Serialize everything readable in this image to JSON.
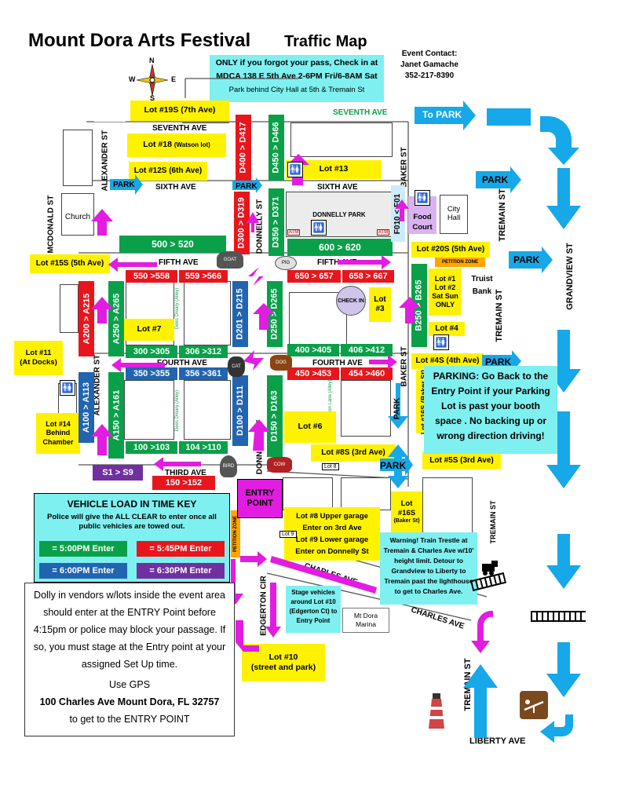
{
  "title": {
    "main": "Mount Dora Arts Festival",
    "sub": "Traffic Map"
  },
  "contact": {
    "line1": "Event Contact:",
    "line2": "Janet Gamache",
    "line3": "352-217-8390"
  },
  "checkin_box": {
    "line1": "ONLY if you forgot your pass, Check in at",
    "line2": "MDCA 138 E 5th Ave  2-6PM Fri/6-8AM Sat",
    "line3": "Park behind City Hall at 5th & Tremain St"
  },
  "streets": {
    "seventh_ave_left": "SEVENTH AVE",
    "seventh_ave_right": "SEVENTH AVE",
    "sixth_ave_left": "SIXTH AVE",
    "sixth_ave_right": "SIXTH AVE",
    "fifth_ave_left": "FIFTH AVE",
    "fifth_ave_right": "FIFTH AVE",
    "fourth_ave_left": "FOURTH AVE",
    "fourth_ave_right": "FOURTH AVE",
    "third_ave": "THIRD AVE",
    "charles_ave_1": "CHARLES AVE",
    "charles_ave_2": "CHARLES AVE",
    "liberty_ave": "LIBERTY AVE",
    "alexander_st_top": "ALEXANDER ST",
    "alexander_st_bottom": "ALEXANDER ST",
    "mcdonald_st": "MCDONALD ST",
    "donnelly_st_top": "DONNELLY ST",
    "donnelly_st_bottom": "DONNELLY ST",
    "baker_st_top": "BAKER ST",
    "baker_st_bottom": "BAKER ST",
    "tremain_st_1": "TREMAIN ST",
    "tremain_st_2": "TREMAIN ST",
    "tremain_st_3": "TREMAIN ST",
    "tremain_st_4": "TREMAIN ST",
    "grandview_st": "GRANDVIEW ST",
    "edgerton_cir": "EDGERTON CIR"
  },
  "alleys": {
    "dees_dreary": "Dees Dreary (Alley)",
    "dees_dreary_2": "Dees Dreary (Alley)",
    "brevelton": "Brevelton Lane (Alley)"
  },
  "places": {
    "church": "Church",
    "donnelly_park": "DONNELLY PARK",
    "food_court": "Food Court",
    "city_hall": "City Hall",
    "truist_bank": "Truist Bank",
    "check_in": "CHECK IN",
    "marina": "Mt Dora Marina",
    "atm": "ATM",
    "goat": "GOAT",
    "pig": "PIG",
    "cat": "CAT",
    "dog": "DOG",
    "bird": "BIRD",
    "cow": "COW",
    "lot8_small": "Lot 8",
    "lot9_small": "Lot 9"
  },
  "compass": {
    "n": "N",
    "s": "S",
    "e": "E",
    "w": "W"
  },
  "lots": {
    "lot19s": "Lot #19S (7th Ave)",
    "lot18": "Lot #18",
    "lot18_sub": "(Watson lot)",
    "lot12s": "Lot #12S (6th Ave)",
    "lot13": "Lot #13",
    "lot15s": "Lot #15S (5th Ave)",
    "lot20s": "Lot #20S (5th Ave)",
    "petition_zone_1": "PETITION ZONE",
    "petition_zone_2": "PETITION ZONE",
    "lot1": "Lot #1",
    "lot2": "Lot #2",
    "lot2_sub1": "Sat Sun",
    "lot2_sub2": "ONLY",
    "lot7": "Lot #7",
    "lot3_a": "Lot",
    "lot3_b": "#3",
    "lot4": "Lot #4",
    "lot4s": "Lot #4S (4th Ave)",
    "lot11_a": "Lot #11",
    "lot11_b": "(At Docks)",
    "lot14_a": "Lot #14",
    "lot14_b": "Behind",
    "lot14_c": "Chamber",
    "lot16s_side": "Lot #16S (Baker St)",
    "lot6": "Lot #6",
    "lot8s": "Lot #8S (3rd Ave)",
    "lot5s": "Lot #5S (3rd Ave)",
    "lot8_upper_a": "Lot #8 Upper garage",
    "lot8_upper_b": "Enter on 3rd Ave",
    "lot9_lower_a": "Lot #9 Lower garage",
    "lot9_lower_b": "Enter on Donnelly St",
    "lot16s_a": "Lot",
    "lot16s_b": "#16S",
    "lot16s_c": "(Baker St)",
    "lot10_a": "Lot #10",
    "lot10_b": "(street and park)"
  },
  "booths": {
    "r500": "500  >  520",
    "r550": "550 >558",
    "r559": "559 >566",
    "r600": "600  >  620",
    "r650": "650 > 657",
    "r658": "658 > 667",
    "r300": "300 >305",
    "r306": "306 >312",
    "r400": "400 >405",
    "r406": "406 >412",
    "r350": "350 >355",
    "r356": "356 >361",
    "r450": "450 >453",
    "r454": "454 >460",
    "r100": "100 >103",
    "r104": "104 >110",
    "r150": "150  >152",
    "rs1": "S1 > S9",
    "vD400": "D400 > D417",
    "vD450": "D450 > D466",
    "vD300": "D300 > D319",
    "vD350": "D350 > D371",
    "vF010": "F010 < F01",
    "vA200": "A200 > A215",
    "vA250": "A250 > A265",
    "vD201": "D201 > D215",
    "vD250": "D250 > D265",
    "vB250": "B250 > B265",
    "vA100": "A100 > A113",
    "vA150": "A150 > A161",
    "vD100": "D100 > D111",
    "vD150": "D150 > D163"
  },
  "park_signs": {
    "to_park": "To PARK",
    "p1": "PARK",
    "p2": "PARK",
    "p3": "PARK",
    "p4": "PARK",
    "p5": "PARK",
    "p6": "PARK",
    "p7": "PARK"
  },
  "parking_note": "PARKING: Go Back to the Entry Point if your Parking Lot is past your booth space . No backing up or wrong direction driving!",
  "entry_point": "ENTRY POINT",
  "key": {
    "title": "VEHICLE LOAD IN TIME KEY",
    "subtitle": "Police will give the ALL CLEAR to enter once all public vehicles are towed out.",
    "green": "= 5:00PM Enter",
    "red": "= 5:45PM Enter",
    "blue": "= 6:00PM Enter",
    "purple": "= 6:30PM Enter"
  },
  "warning": "Warning! Train Trestle at Tremain & Charles Ave w/10' height limit. Detour to Grandview to Liberty to Tremain past the lighthouse to get to Charles Ave.",
  "stage_note": "Stage vehicles around Lot #10 (Edgerton Ct) to Entry Point",
  "dolly": {
    "para": "Dolly in vendors w/lots inside the event area should enter at the ENTRY Point before 4:15pm or police may block your passage. If so, you must stage at the Entry point at your assigned Set Up time.",
    "gps": "Use GPS",
    "address": "100 Charles Ave Mount Dora, FL 32757",
    "tail": "to get to the ENTRY POINT"
  },
  "colors": {
    "green": "#0aa04a",
    "red": "#e8161c",
    "blue": "#2164b0",
    "purple": "#7030a0",
    "yellow": "#fff200",
    "cyan": "#7ff0f0",
    "arrow_blue": "#16a8e8",
    "magenta": "#e21ce0"
  }
}
